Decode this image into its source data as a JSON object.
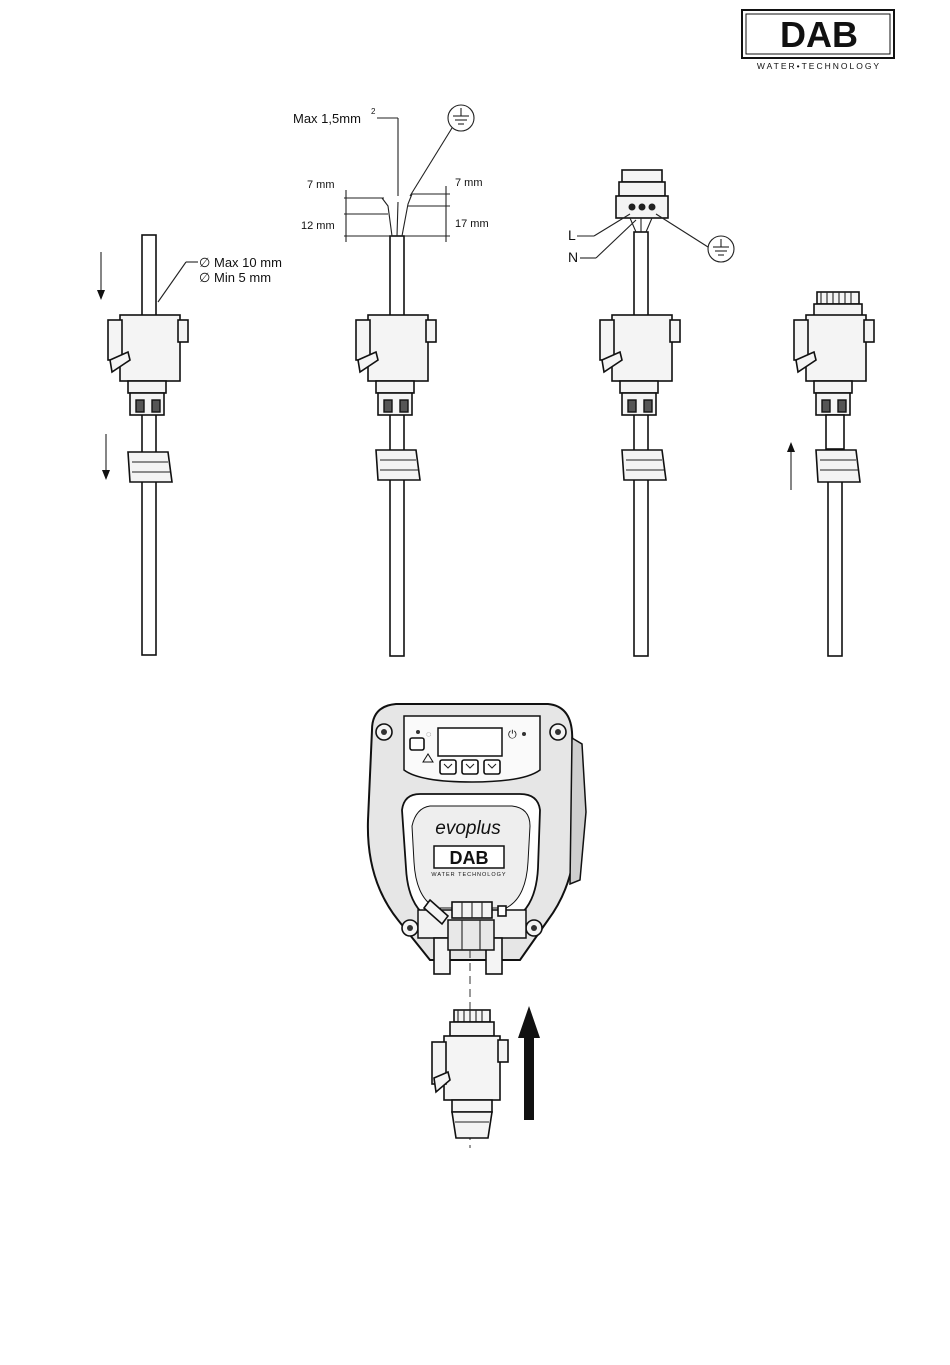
{
  "logo": {
    "brand": "DAB",
    "tagline": "WATER•TECHNOLOGY"
  },
  "cable_diameter": {
    "max": "Max 10 mm",
    "min": "Min  5 mm",
    "symbol": "∅"
  },
  "wire_section": {
    "label": "Max 1,5mm",
    "sup": "2"
  },
  "strip_lengths": {
    "left_top": "7 mm",
    "left_bottom": "12 mm",
    "right_top": "7 mm",
    "right_bottom": "17 mm"
  },
  "wire_labels": {
    "live": "L",
    "neutral": "N"
  },
  "product": {
    "name": "evoplus",
    "brand": "DAB",
    "tagline": "WATER TECHNOLOGY"
  }
}
